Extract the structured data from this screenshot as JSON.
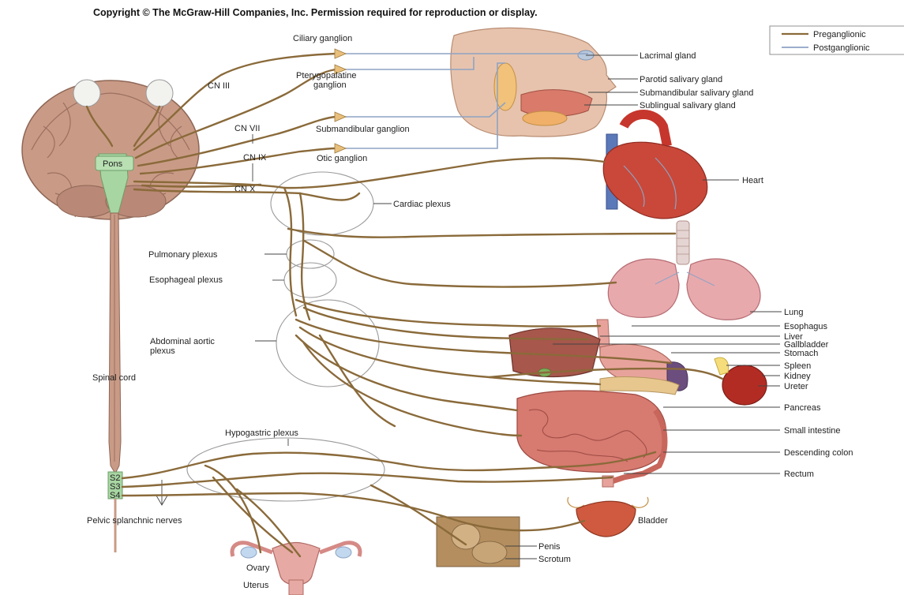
{
  "copyright": "Copyright © The McGraw-Hill Companies, Inc. Permission required for reproduction or display.",
  "legend": {
    "preganglionic": "Preganglionic",
    "postganglionic": "Postganglionic",
    "preganglionic_color": "#8a6a3a",
    "postganglionic_color": "#8ea3c4"
  },
  "nerves": {
    "cn3": "CN III",
    "cn7": "CN VII",
    "cn9": "CN IX",
    "cn10": "CN X"
  },
  "ganglia": {
    "ciliary": "Ciliary ganglion",
    "pterygopalatine_1": "Pterygopalatine",
    "pterygopalatine_2": "ganglion",
    "submandibular": "Submandibular ganglion",
    "otic": "Otic ganglion"
  },
  "plexuses": {
    "cardiac": "Cardiac plexus",
    "pulmonary": "Pulmonary plexus",
    "esophageal": "Esophageal plexus",
    "abdominal_1": "Abdominal aortic",
    "abdominal_2": "plexus",
    "hypogastric": "Hypogastric plexus"
  },
  "cns": {
    "pons": "Pons",
    "spinal_cord": "Spinal cord",
    "s2": "S2",
    "s3": "S3",
    "s4": "S4",
    "pelvic_splanchnic": "Pelvic splanchnic nerves"
  },
  "organs": {
    "lacrimal": "Lacrimal gland",
    "parotid": "Parotid salivary gland",
    "submandibular": "Submandibular salivary gland",
    "sublingual": "Sublingual salivary gland",
    "heart": "Heart",
    "lung": "Lung",
    "esophagus": "Esophagus",
    "liver": "Liver",
    "gallbladder": "Gallbladder",
    "stomach": "Stomach",
    "spleen": "Spleen",
    "kidney": "Kidney",
    "ureter": "Ureter",
    "pancreas": "Pancreas",
    "small_intestine": "Small intestine",
    "descending_colon": "Descending colon",
    "rectum": "Rectum",
    "bladder": "Bladder",
    "penis": "Penis",
    "scrotum": "Scrotum",
    "ovary": "Ovary",
    "uterus": "Uterus"
  }
}
